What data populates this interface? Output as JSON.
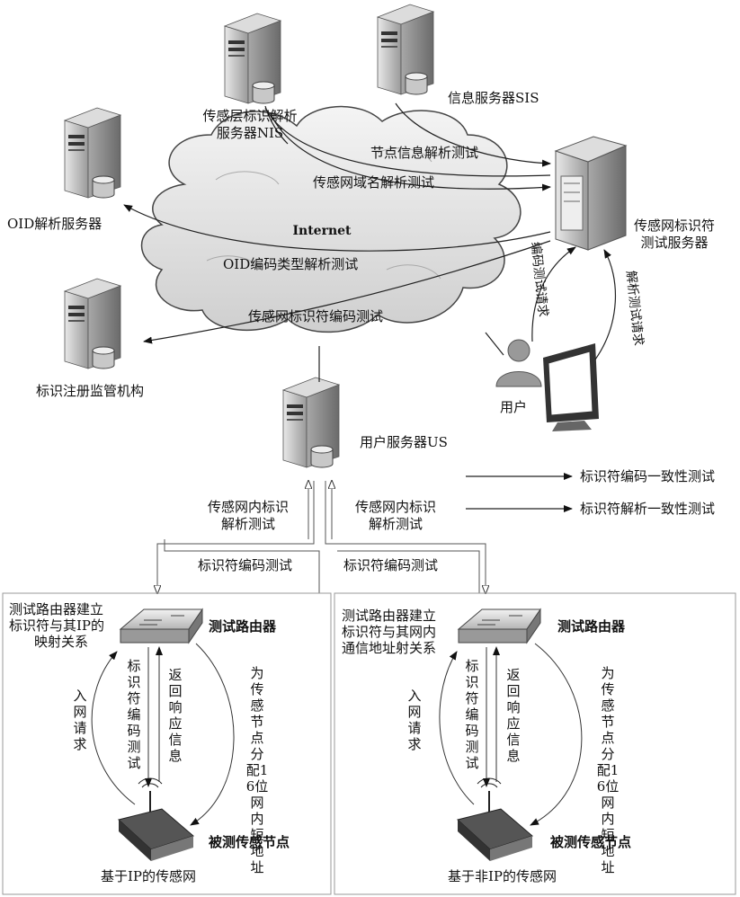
{
  "network": {
    "internet": "Internet",
    "nis_line1": "传感层标识解析",
    "nis_line2": "服务器NIS",
    "sis": "信息服务器SIS",
    "oid_server": "OID解析服务器",
    "registry": "标识注册监管机构",
    "test_server_line1": "传感网标识符",
    "test_server_line2": "测试服务器",
    "user": "用户",
    "user_server": "用户服务器US"
  },
  "tests": {
    "node_info": "节点信息解析测试",
    "domain": "传感网域名解析测试",
    "oid": "OID编码类型解析测试",
    "identifier": "传感网标识符编码测试",
    "encode_request": "编码测试请求",
    "parse_request": "解析测试请求",
    "intra_parse_line1": "传感网内标识",
    "intra_parse_line2": "解析测试",
    "encode_test": "标识符编码测试"
  },
  "legend": {
    "encode": "标识符编码一致性测试",
    "parse": "标识符解析一致性测试"
  },
  "left_panel": {
    "desc_line1": "测试路由器建立",
    "desc_line2": "标识符与其IP的",
    "desc_line3": "映射关系",
    "router": "测试路由器",
    "join": "入网请求",
    "encode": "标识符编码测试",
    "response": "返回响应信息",
    "assign": "为传感节点分配16位网内短地址",
    "node": "被测传感节点",
    "caption": "基于IP的传感网"
  },
  "right_panel": {
    "desc_line1": "测试路由器建立",
    "desc_line2": "标识符与其网内",
    "desc_line3": "通信地址射关系",
    "router": "测试路由器",
    "join": "入网请求",
    "encode": "标识符编码测试",
    "response": "返回响应信息",
    "assign": "为传感节点分配16位网内短地址",
    "node": "被测传感节点",
    "caption": "基于非IP的传感网"
  }
}
